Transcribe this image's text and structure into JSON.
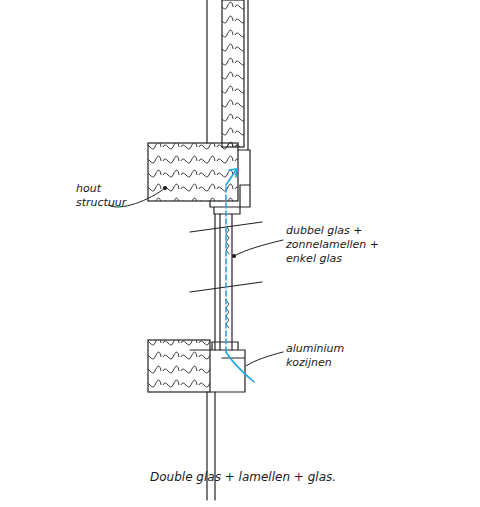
{
  "diagram": {
    "caption": "Double glas + lamellen + glas.",
    "labels": [
      "hout structuur",
      "dubbel glas + zonnelamellen + enkel glas",
      "aluminium kozijnen"
    ]
  }
}
